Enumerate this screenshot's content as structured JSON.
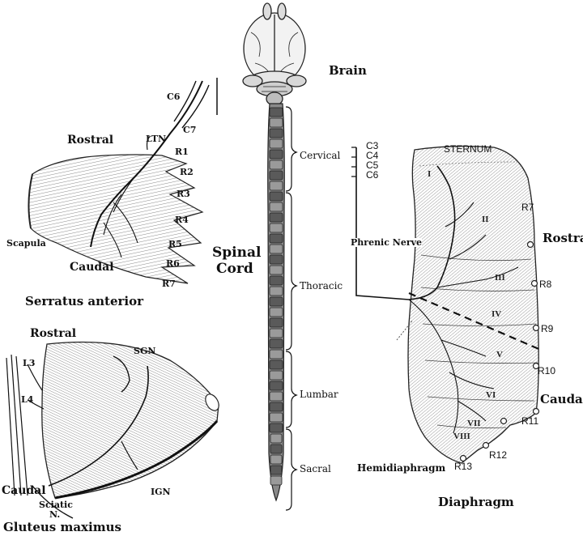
{
  "center": {
    "brain": "Brain",
    "spinal_cord": [
      "Spinal",
      "Cord"
    ],
    "regions": [
      "Cervical",
      "Thoracic",
      "Lumbar",
      "Sacral"
    ]
  },
  "serratus": {
    "nerves_top": [
      "C6",
      "C7"
    ],
    "ltn": "LTN",
    "rostral": "Rostral",
    "caudal": "Caudal",
    "scapula": "Scapula",
    "ribs": [
      "R1",
      "R2",
      "R3",
      "R4",
      "R5",
      "R6",
      "R7"
    ],
    "title": "Serratus anterior"
  },
  "gluteus": {
    "rostral": "Rostral",
    "caudal": "Caudal",
    "l3": "L3",
    "l4": "L4",
    "sgn": "SGN",
    "ign": "IGN",
    "sciatic": [
      "Sciatic",
      "N."
    ],
    "title": "Gluteus maximus"
  },
  "diaphragm": {
    "roots": [
      "C3",
      "C4",
      "C5",
      "C6"
    ],
    "sternum": "STERNUM",
    "phrenic": "Phrenic Nerve",
    "ribs": [
      "R7",
      "R8",
      "R9",
      "R10",
      "R11",
      "R12",
      "R13"
    ],
    "rostral": "Rostral",
    "caudal": "Caudal",
    "hemidiaphragm": "Hemidiaphragm",
    "title": "Diaphragm",
    "segments": [
      "I",
      "II",
      "III",
      "IV",
      "V",
      "VI",
      "VII",
      "VIII"
    ]
  },
  "colors": {
    "ink": "#111111",
    "cord_dark": "#5a5a5a",
    "cord_light": "#9a9a9a",
    "background": "#ffffff"
  }
}
